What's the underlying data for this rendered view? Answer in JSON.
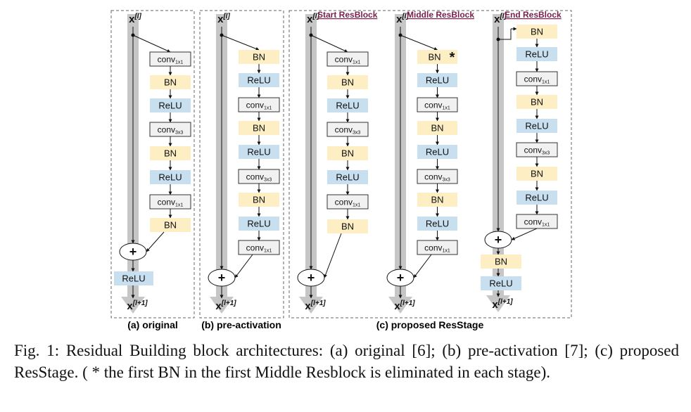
{
  "colors": {
    "bn": "#fdeec4",
    "relu": "#c8dff0",
    "conv_fill": "#f1f1f1",
    "conv_stroke": "#333333",
    "highway": "#c6c6c6",
    "frame": "#666666",
    "label": "#7a1f4d"
  },
  "io": {
    "x": "x",
    "in_sup": "[l]",
    "out_sup": "[l+1]",
    "plus": "+"
  },
  "blocks": {
    "bn": "BN",
    "relu": "ReLU",
    "conv": "conv",
    "k1": "1x1",
    "k3": "3x3"
  },
  "columns": [
    {
      "id": "original",
      "caption": "(a) original",
      "header": "",
      "layers": [
        "conv1x1",
        "BN",
        "ReLU",
        "conv3x3",
        "BN",
        "ReLU",
        "conv1x1",
        "BN"
      ],
      "after_add": [
        "ReLU"
      ]
    },
    {
      "id": "pre-activation",
      "caption": "(b) pre-activation",
      "header": "",
      "layers": [
        "BN",
        "ReLU",
        "conv1x1",
        "BN",
        "ReLU",
        "conv3x3",
        "BN",
        "ReLU",
        "conv1x1"
      ],
      "after_add": []
    },
    {
      "id": "start-resblock",
      "caption": "",
      "header": "Start ResBlock",
      "layers": [
        "conv1x1",
        "BN",
        "ReLU",
        "conv3x3",
        "BN",
        "ReLU",
        "conv1x1",
        "BN"
      ],
      "after_add": []
    },
    {
      "id": "middle-resblock",
      "caption": "",
      "header": "Middle ResBlock",
      "layers": [
        "BN*",
        "ReLU",
        "conv1x1",
        "BN",
        "ReLU",
        "conv3x3",
        "BN",
        "ReLU",
        "conv1x1"
      ],
      "after_add": []
    },
    {
      "id": "end-resblock",
      "caption": "",
      "header": "End ResBlock",
      "layers": [
        "BN",
        "ReLU",
        "conv1x1",
        "BN",
        "ReLU",
        "conv3x3",
        "BN",
        "ReLU",
        "conv1x1"
      ],
      "after_add": [
        "BN",
        "ReLU"
      ]
    }
  ],
  "group_caption": "(c) proposed ResStage",
  "asterisk": "*",
  "caption": "Fig. 1: Residual Building block architectures: (a) original [6]; (b) pre-activation [7]; (c) proposed ResStage. ( * the first BN in the first Middle Resblock is eliminated in each stage)."
}
